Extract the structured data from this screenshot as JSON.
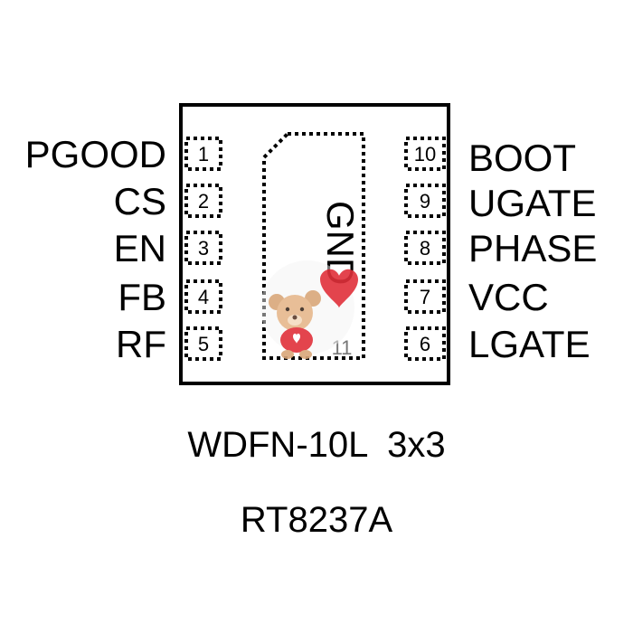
{
  "package_name": "WDFN-10L  3x3",
  "part_number": "RT8237A",
  "exposed_pad": {
    "label": "GND",
    "number": "11"
  },
  "left_pins": [
    {
      "number": "1",
      "name": "PGOOD"
    },
    {
      "number": "2",
      "name": "CS"
    },
    {
      "number": "3",
      "name": "EN"
    },
    {
      "number": "4",
      "name": "FB"
    },
    {
      "number": "5",
      "name": "RF"
    }
  ],
  "right_pins": [
    {
      "number": "10",
      "name": "BOOT"
    },
    {
      "number": "9",
      "name": "UGATE"
    },
    {
      "number": "8",
      "name": "PHASE"
    },
    {
      "number": "7",
      "name": "VCC"
    },
    {
      "number": "6",
      "name": "LGATE"
    }
  ],
  "watermark": {
    "icon": "teddy-bear-heart-icon",
    "colors": {
      "heart": "#e0303a",
      "bear": "#d9a77a",
      "shirt": "#e0303a"
    }
  },
  "colors": {
    "outline": "#000000",
    "background": "#ffffff"
  }
}
